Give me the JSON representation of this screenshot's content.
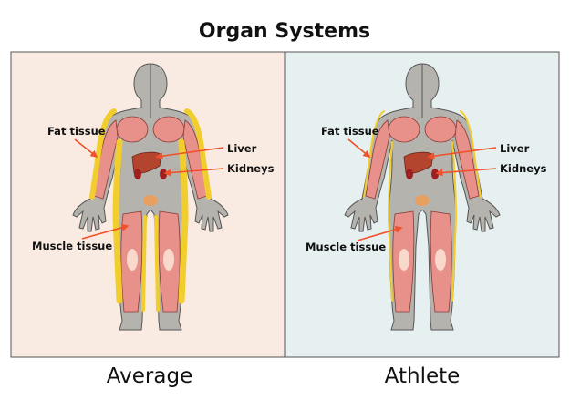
{
  "title": "Organ Systems",
  "colors": {
    "average_bg": "#f9ebe1",
    "athlete_bg": "#e6f0f0",
    "body": "#b5b3ae",
    "fat": "#f2cd2e",
    "muscle": "#e8908a",
    "liver": "#b3452f",
    "kidney": "#9e1f1f",
    "bladder": "#e8a060",
    "arrow": "#f0502a"
  },
  "panels": [
    {
      "caption": "Average",
      "labels": {
        "fat": "Fat tissue",
        "liver": "Liver",
        "kidneys": "Kidneys",
        "muscle": "Muscle tissue"
      }
    },
    {
      "caption": "Athlete",
      "labels": {
        "fat": "Fat tissue",
        "liver": "Liver",
        "kidneys": "Kidneys",
        "muscle": "Muscle tissue"
      }
    }
  ]
}
